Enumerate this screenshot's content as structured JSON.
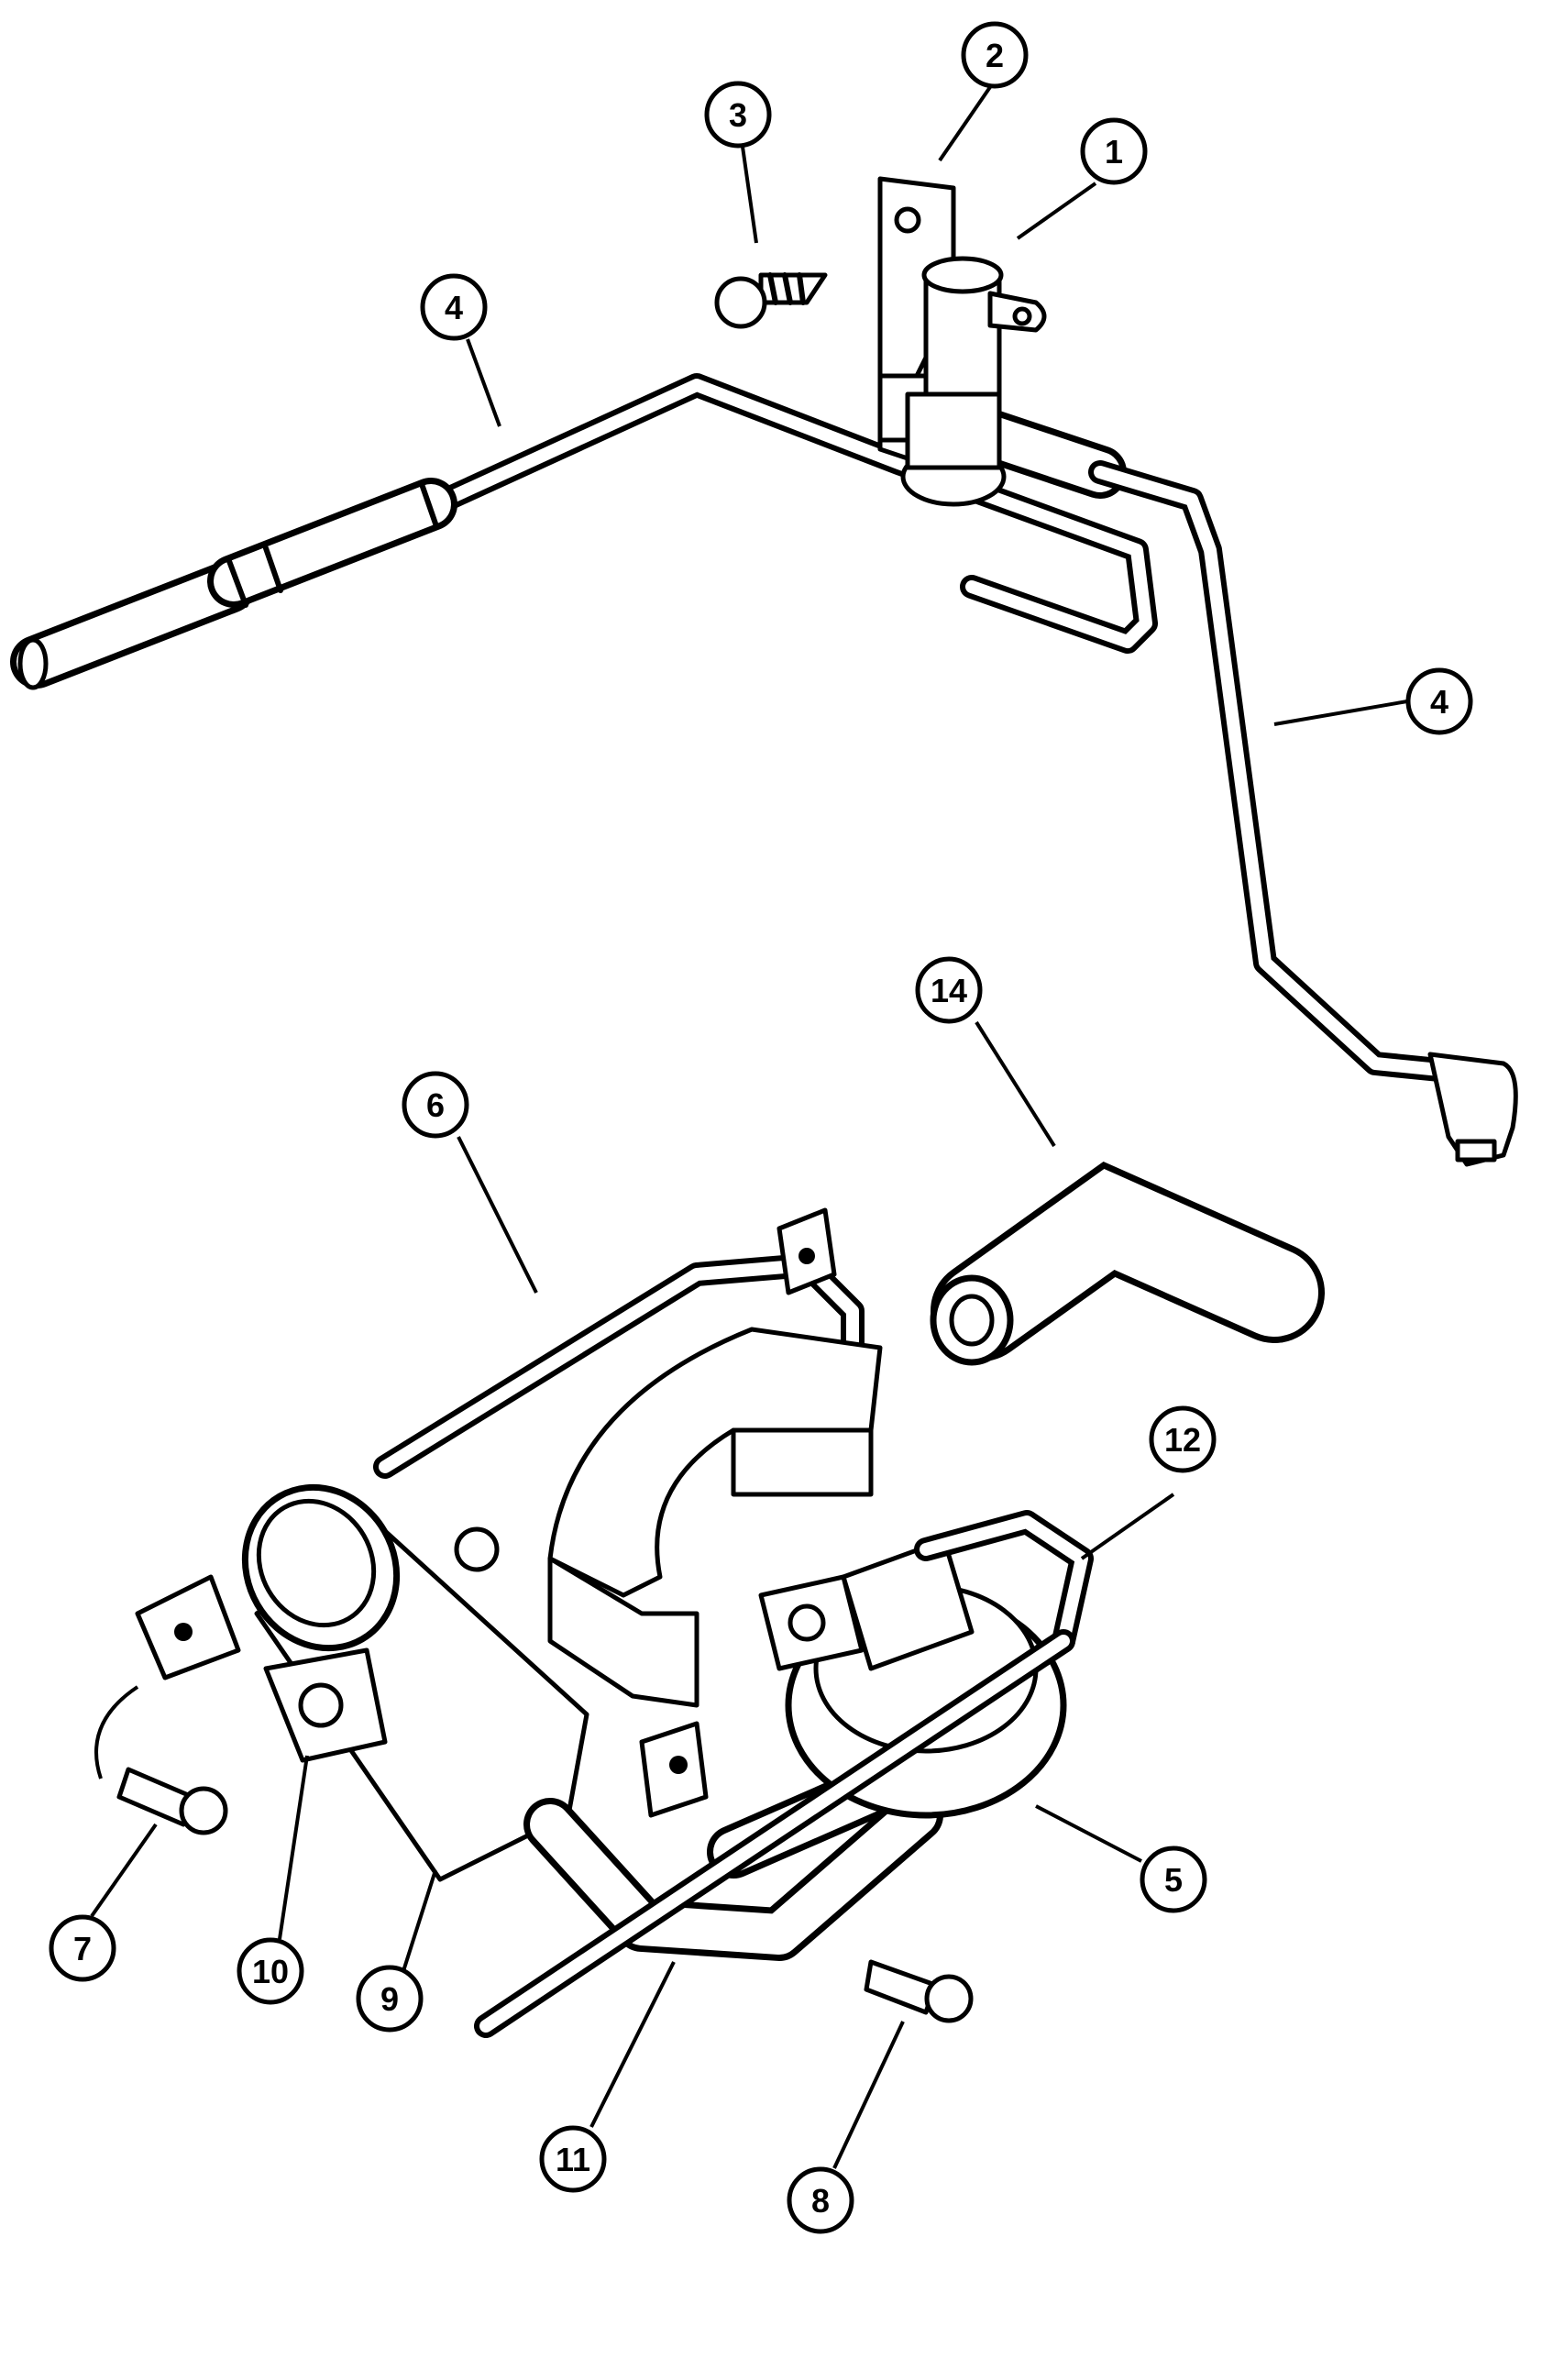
{
  "callouts": [
    {
      "id": "1",
      "label": "1"
    },
    {
      "id": "2",
      "label": "2"
    },
    {
      "id": "3",
      "label": "3"
    },
    {
      "id": "4a",
      "label": "4"
    },
    {
      "id": "4b",
      "label": "4"
    },
    {
      "id": "5",
      "label": "5"
    },
    {
      "id": "6",
      "label": "6"
    },
    {
      "id": "7",
      "label": "7"
    },
    {
      "id": "8",
      "label": "8"
    },
    {
      "id": "9",
      "label": "9"
    },
    {
      "id": "10",
      "label": "10"
    },
    {
      "id": "11",
      "label": "11"
    },
    {
      "id": "12",
      "label": "12"
    },
    {
      "id": "14",
      "label": "14"
    }
  ],
  "caption": "",
  "colors": {
    "ink": "#000000",
    "paper": "#ffffff"
  }
}
